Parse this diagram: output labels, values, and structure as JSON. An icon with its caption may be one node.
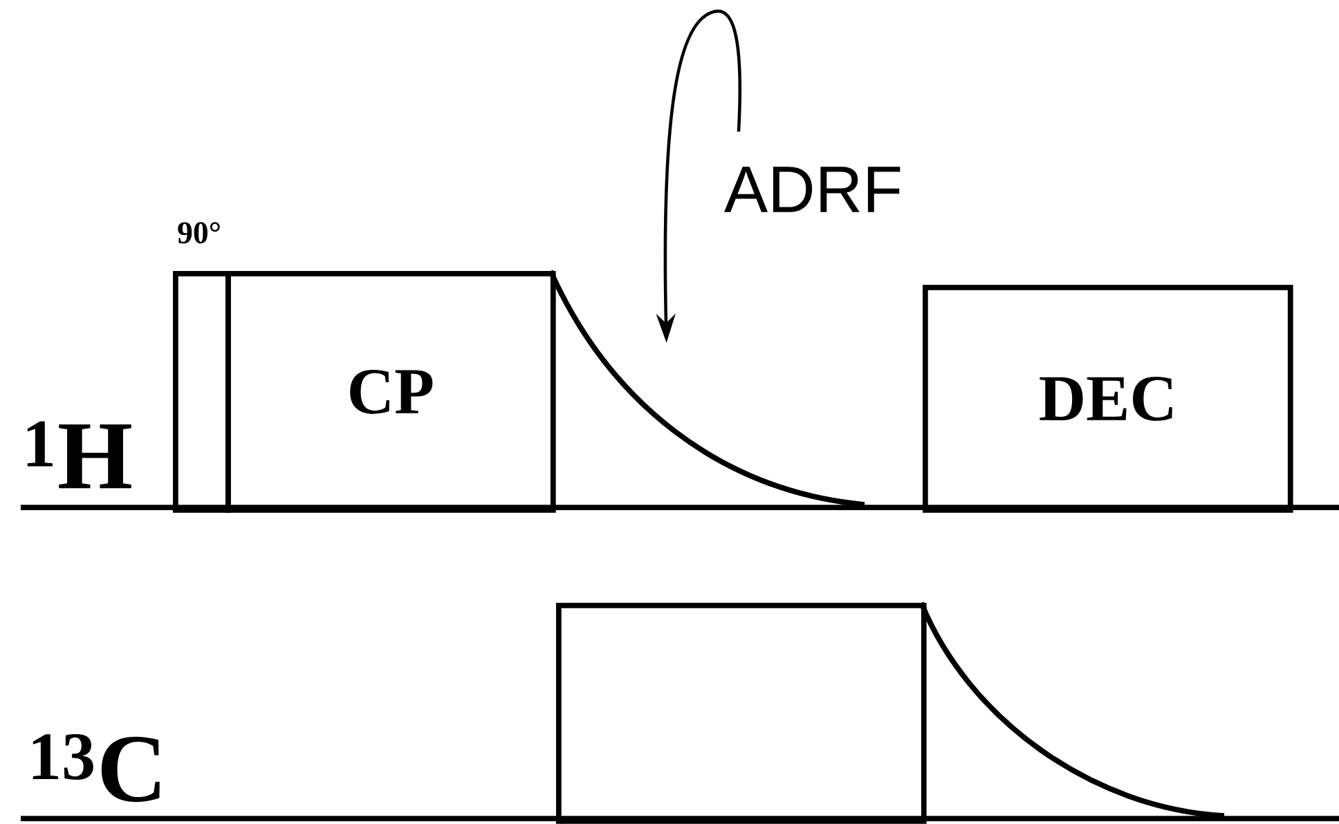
{
  "diagram": {
    "nodes": [
      {
        "text": [],
        "shape": "box",
        "beside": [
          "90°"
        ]
      },
      {
        "text": [
          "CP"
        ]
      },
      {
        "text": [
          "DEC"
        ]
      },
      {
        "text": [],
        "shape": "box"
      },
      {
        "text": [
          "ADRF"
        ]
      }
    ],
    "edges": [
      {
        "from": 4,
        "to": 1,
        "arrow": "to"
      }
    ],
    "labels": [
      "$^{1}$H",
      "$^{13}$C"
    ]
  }
}
